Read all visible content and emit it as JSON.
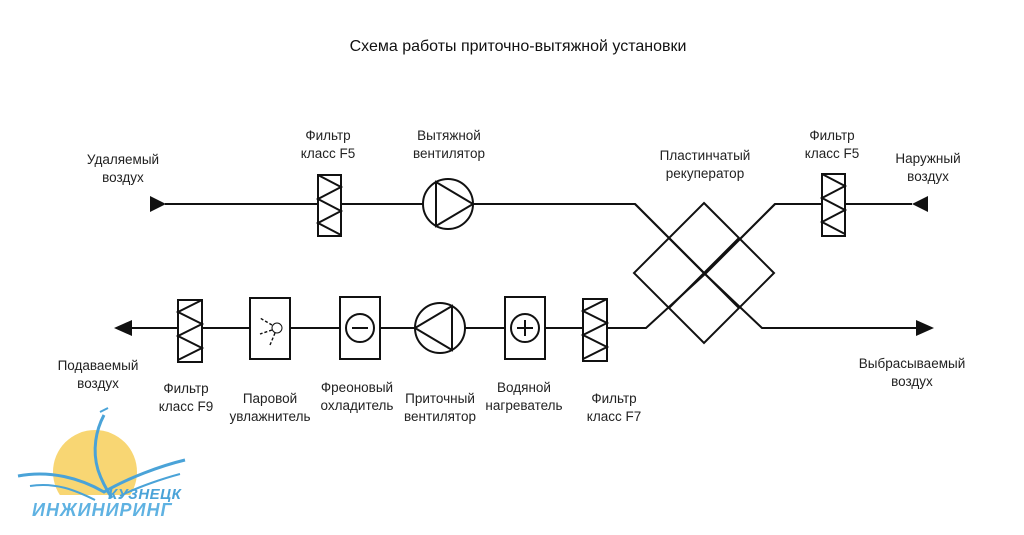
{
  "title": "Схема работы приточно-вытяжной установки",
  "colors": {
    "line": "#111111",
    "logo_sun": "#f7cf5a",
    "logo_blue": "#4aa3d8"
  },
  "exhaust_line": {
    "inlet_label": [
      "Удаляемый",
      "воздух"
    ],
    "filter_label": [
      "Фильтр",
      "класс F5"
    ],
    "fan_label": [
      "Вытяжной",
      "вентилятор"
    ],
    "outside_filter_label": [
      "Фильтр",
      "класс F5"
    ],
    "outside_air_label": [
      "Наружный",
      "воздух"
    ]
  },
  "recuperator_label": [
    "Пластинчатый",
    "рекуператор"
  ],
  "supply_line": {
    "supply_air_label": [
      "Подаваемый",
      "воздух"
    ],
    "filter_f9_label": [
      "Фильтр",
      "класс F9"
    ],
    "humidifier_label": [
      "Паровой",
      "увлажнитель"
    ],
    "cooler_label": [
      "Фреоновый",
      "охладитель"
    ],
    "fan_label": [
      "Приточный",
      "вентилятор"
    ],
    "heater_label": [
      "Водяной",
      "нагреватель"
    ],
    "filter_f7_label": [
      "Фильтр",
      "класс F7"
    ],
    "exhaust_air_label": [
      "Выбрасываемый",
      "воздух"
    ]
  },
  "logo": {
    "line1": "КУЗНЕЦК",
    "line2": "ИНЖИНИРИНГ"
  }
}
